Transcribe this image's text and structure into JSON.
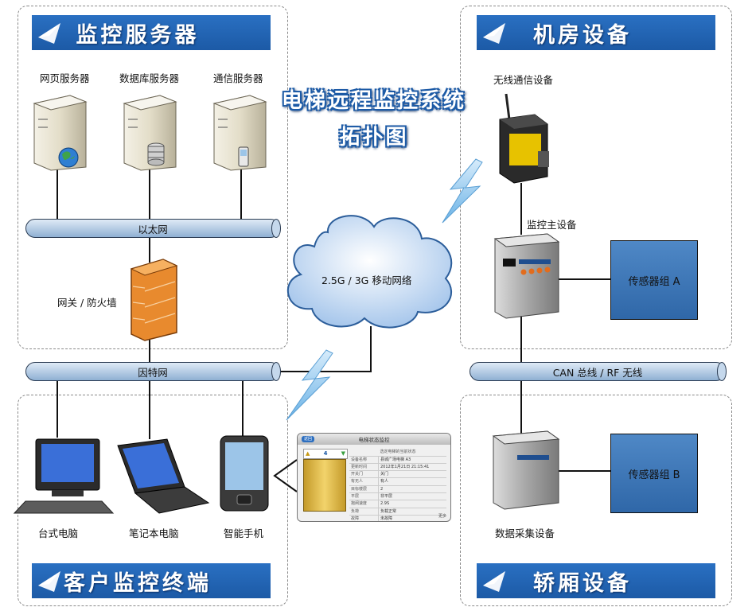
{
  "title": {
    "line1": "电梯远程监控系统",
    "line2": "拓扑图"
  },
  "zones": {
    "server": "监控服务器",
    "room": "机房设备",
    "client": "客户监控终端",
    "car": "轿厢设备"
  },
  "servers": {
    "web": "网页服务器",
    "db": "数据库服务器",
    "comm": "通信服务器"
  },
  "buses": {
    "ethernet": "以太网",
    "internet": "因特网",
    "can": "CAN 总线 / RF 无线"
  },
  "gateway": "网关 / 防火墙",
  "cloud": "2.5G / 3G 移动网络",
  "room_devices": {
    "wireless": "无线通信设备",
    "host": "监控主设备",
    "sensor_a": "传感器组 A"
  },
  "car_devices": {
    "collector": "数据采集设备",
    "sensor_b": "传感器组 B"
  },
  "clients": {
    "desktop": "台式电脑",
    "laptop": "笔记本电脑",
    "phone": "智能手机"
  },
  "panel": {
    "back": "返回",
    "title": "电梯状态监控",
    "floor": "4",
    "table_head": "选定电梯的当前状态",
    "rows": [
      {
        "k": "设备名称",
        "v": "县城广场电梯 A3"
      },
      {
        "k": "更新时间",
        "v": "2012年1月21日 21:15:41"
      },
      {
        "k": "开关门",
        "v": "关门"
      },
      {
        "k": "有无人",
        "v": "有人"
      },
      {
        "k": "目标楼层",
        "v": "2"
      },
      {
        "k": "平层",
        "v": "非平层"
      },
      {
        "k": "抱闸速度",
        "v": "2.9S"
      },
      {
        "k": "负荷",
        "v": "负载正常"
      },
      {
        "k": "故障",
        "v": "未故障"
      }
    ],
    "more": "更多"
  },
  "colors": {
    "banner": "#1c5aa6",
    "sensor": "#3a74b6",
    "bus": "#a9c4e2"
  }
}
